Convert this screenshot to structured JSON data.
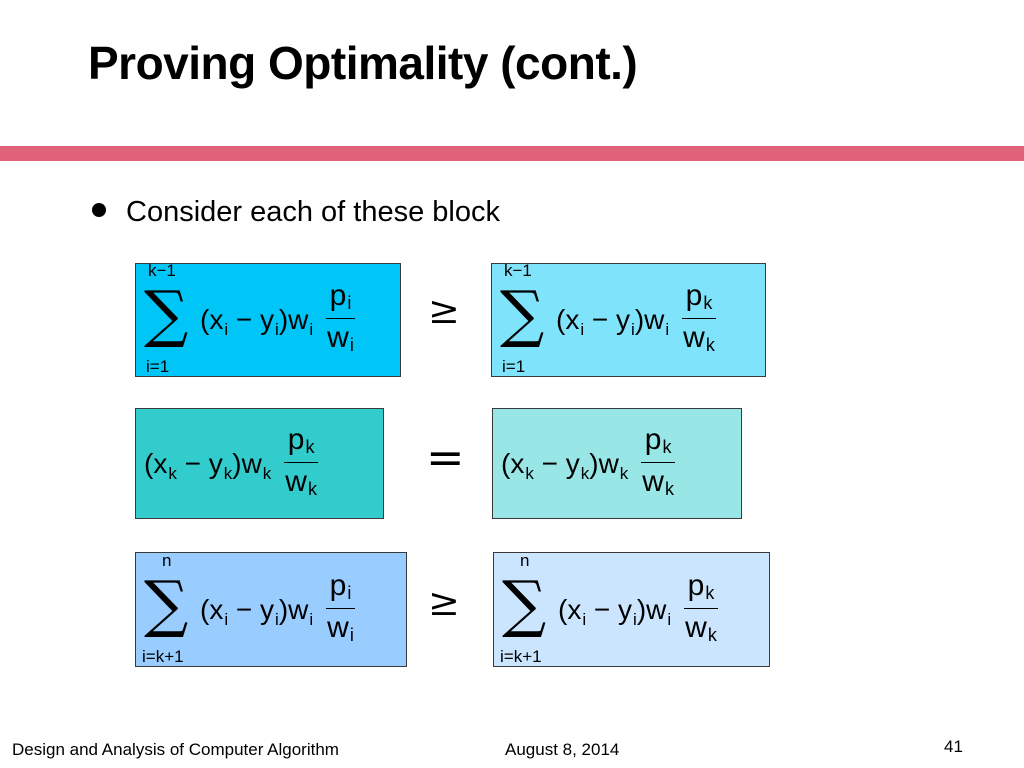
{
  "slide": {
    "title": "Proving Optimality (cont.)",
    "bullet": "Consider each of these block",
    "rule_color": "#e0627a"
  },
  "rows": [
    {
      "relation": "≥",
      "left": {
        "color": "#00c6f8",
        "has_sum": true,
        "upper": "k−1",
        "lower": "i=1",
        "term": "(x",
        "s1": "i",
        "minus": " − y",
        "s2": "i",
        "close": ")w",
        "s3": "i",
        "num": "p",
        "num_sub": "i",
        "den": "w",
        "den_sub": "i"
      },
      "right": {
        "color": "#7fe4fb",
        "has_sum": true,
        "upper": "k−1",
        "lower": "i=1",
        "term": "(x",
        "s1": "i",
        "minus": " − y",
        "s2": "i",
        "close": ")w",
        "s3": "i",
        "num": "p",
        "num_sub": "k",
        "den": "w",
        "den_sub": "k"
      }
    },
    {
      "relation": "=",
      "left": {
        "color": "#33cccc",
        "has_sum": false,
        "term": "(x",
        "s1": "k",
        "minus": " − y",
        "s2": "k",
        "close": ")w",
        "s3": "k",
        "num": "p",
        "num_sub": "k",
        "den": "w",
        "den_sub": "k"
      },
      "right": {
        "color": "#99e6e6",
        "has_sum": false,
        "term": "(x",
        "s1": "k",
        "minus": " − y",
        "s2": "k",
        "close": ")w",
        "s3": "k",
        "num": "p",
        "num_sub": "k",
        "den": "w",
        "den_sub": "k"
      }
    },
    {
      "relation": "≥",
      "left": {
        "color": "#99ccff",
        "has_sum": true,
        "upper": "n",
        "lower": "i=k+1",
        "term": "(x",
        "s1": "i",
        "minus": " − y",
        "s2": "i",
        "close": ")w",
        "s3": "i",
        "num": "p",
        "num_sub": "i",
        "den": "w",
        "den_sub": "i"
      },
      "right": {
        "color": "#cce5ff",
        "has_sum": true,
        "upper": "n",
        "lower": "i=k+1",
        "term": "(x",
        "s1": "i",
        "minus": " − y",
        "s2": "i",
        "close": ")w",
        "s3": "i",
        "num": "p",
        "num_sub": "k",
        "den": "w",
        "den_sub": "k"
      }
    }
  ],
  "footer": {
    "course": "Design and Analysis of Computer Algorithm",
    "date": "August 8, 2014",
    "page": "41"
  }
}
